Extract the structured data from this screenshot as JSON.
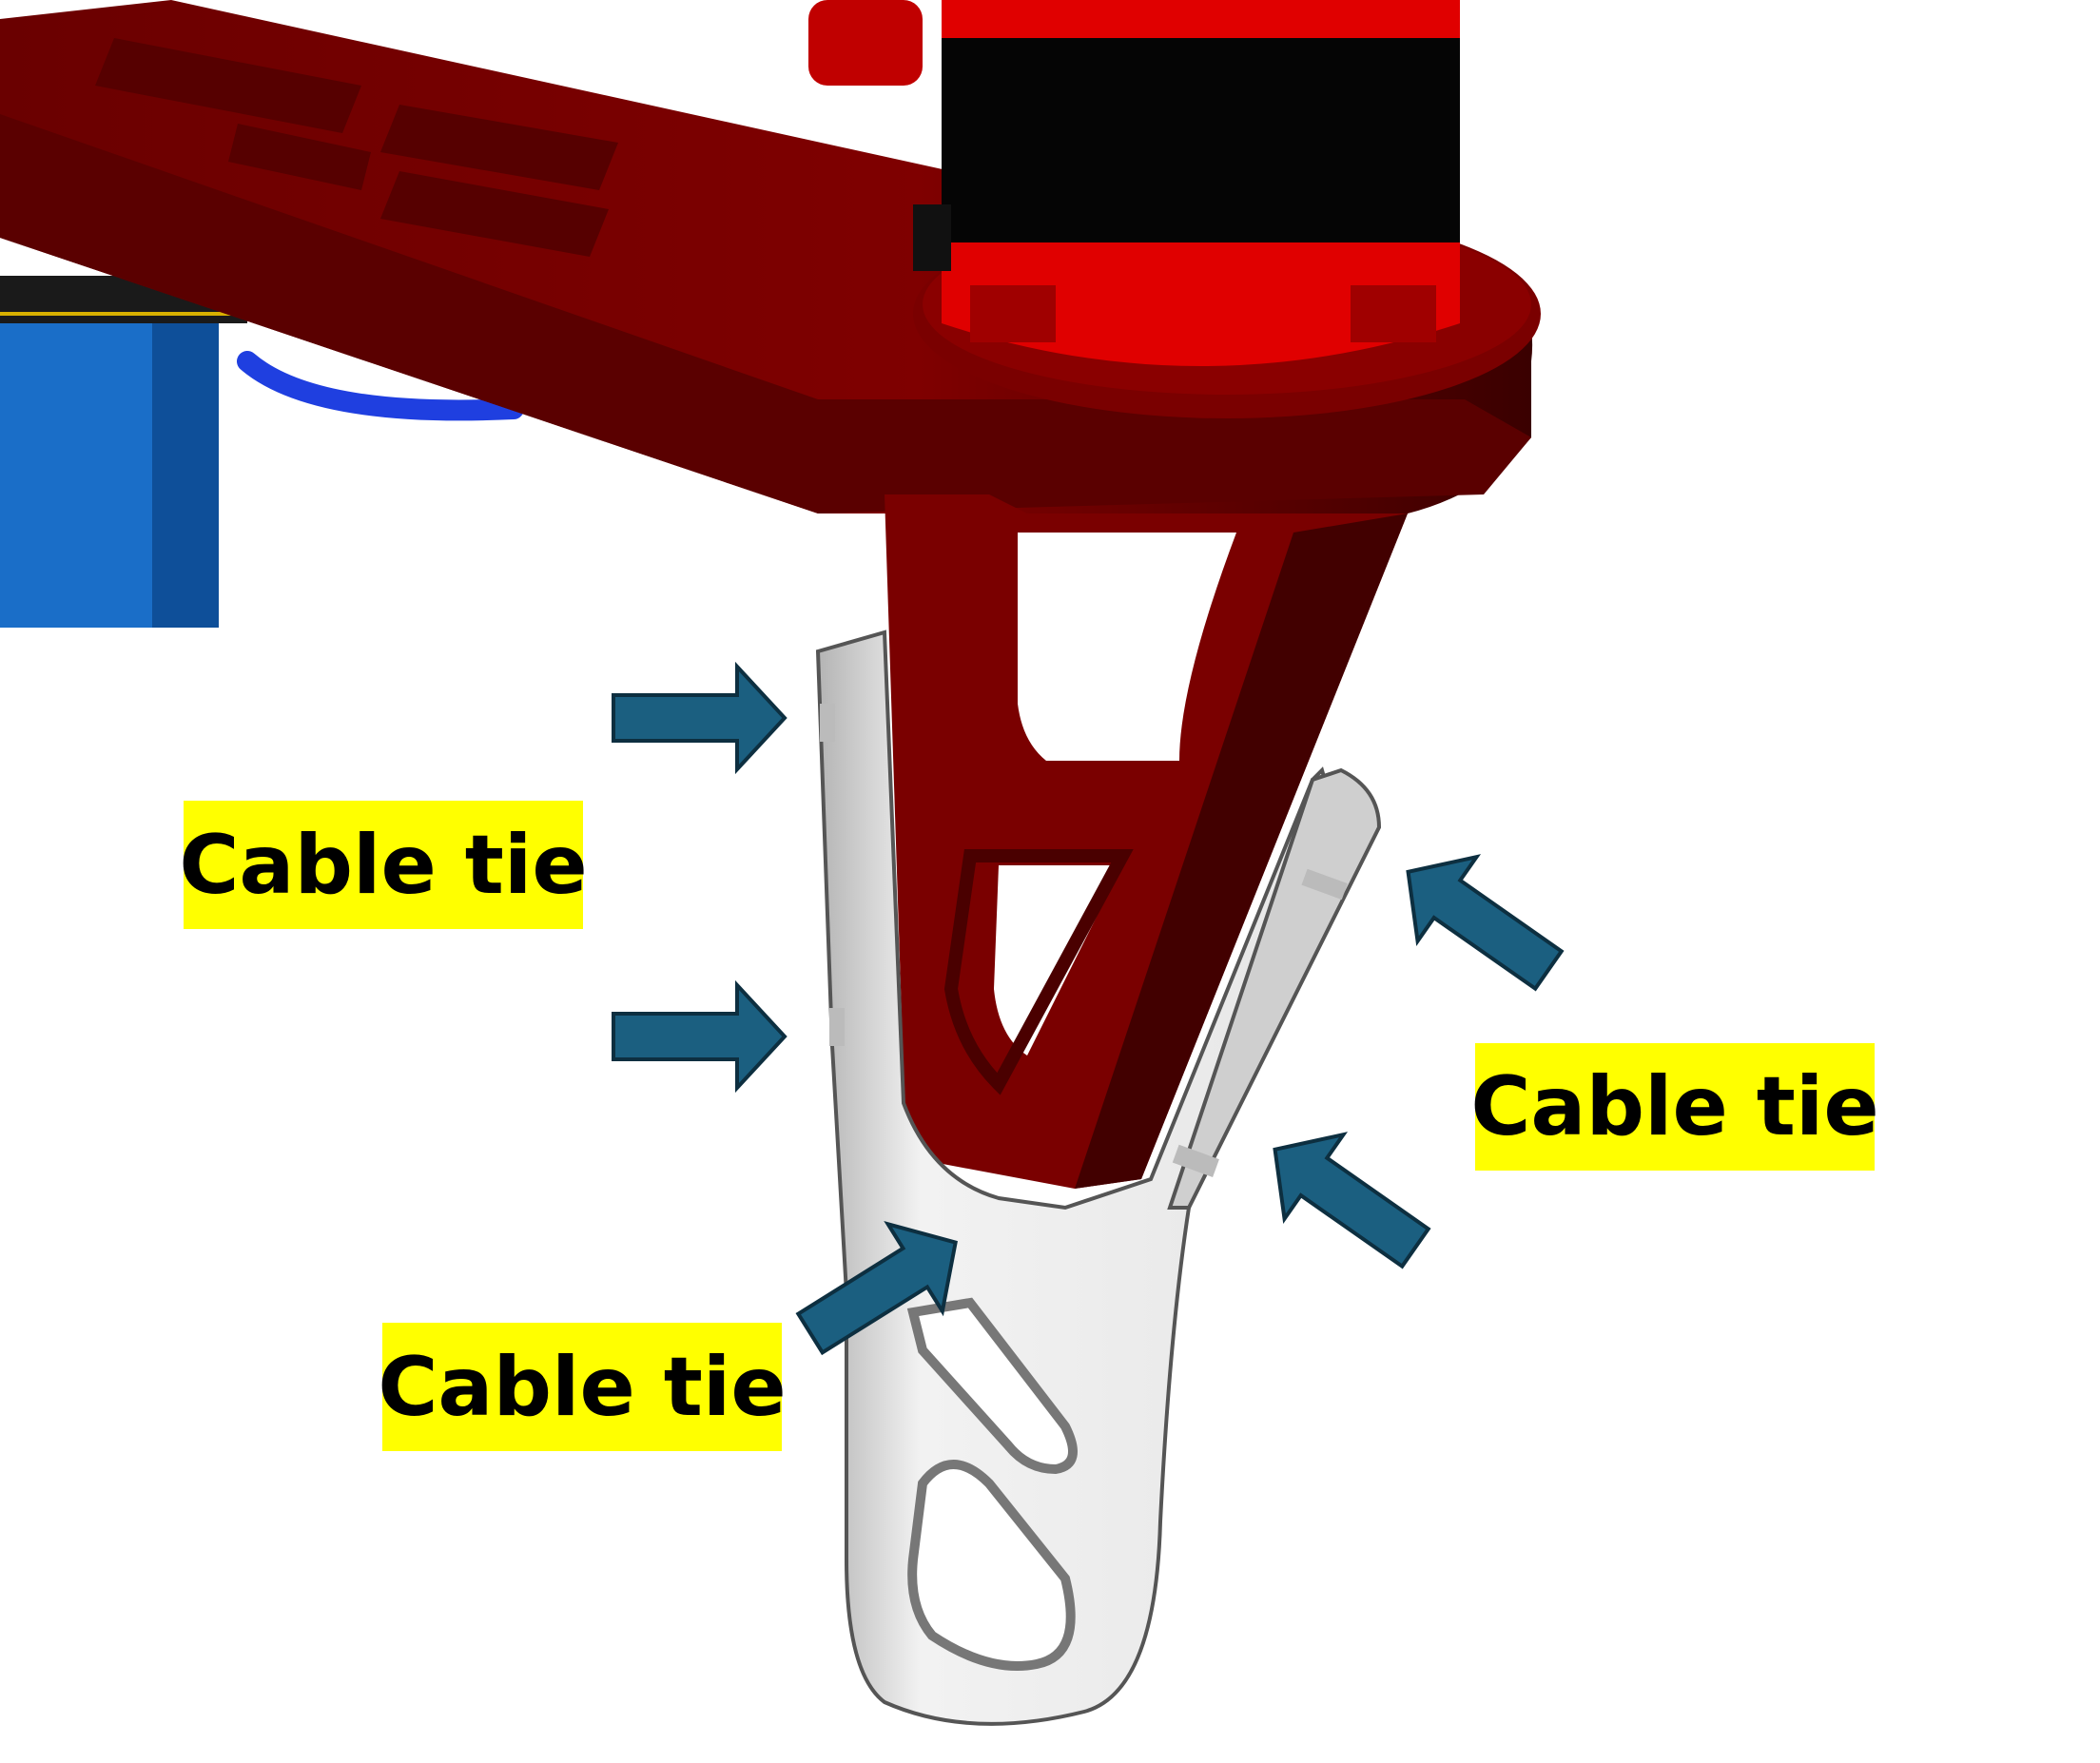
{
  "labels": {
    "left": "Cable tie",
    "right": "Cable tie",
    "bottom": "Cable tie"
  },
  "colors": {
    "label_background": "#ffff00",
    "arrow": "#1b5f80",
    "frame_arm": "#7a0000",
    "motor_red": "#e00000",
    "motor_black": "#050505",
    "battery_blue": "#1a6ec8",
    "wire_blue": "#1f3fe0",
    "landing_gear": "#eeeeee"
  }
}
